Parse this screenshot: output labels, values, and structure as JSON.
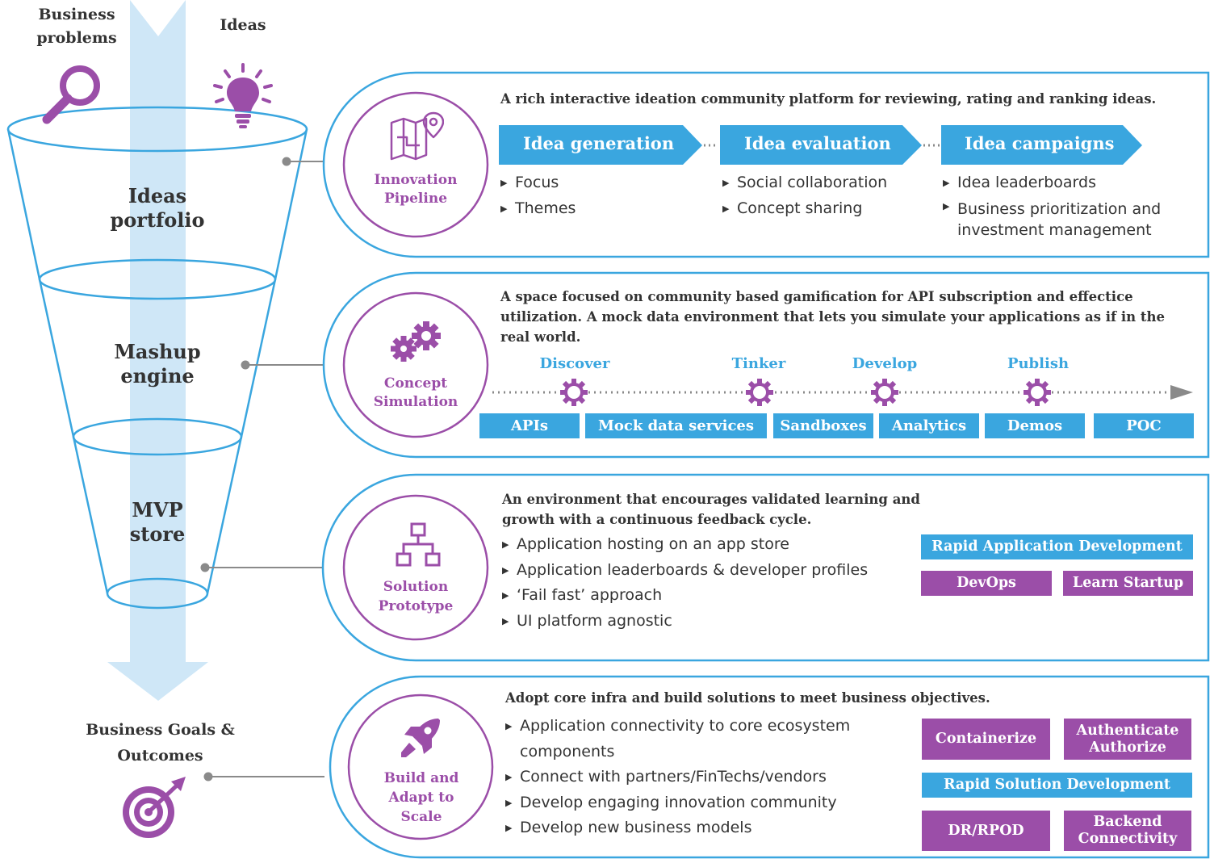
{
  "funnel": {
    "top_left_label": "Business problems",
    "top_right_label": "Ideas",
    "stages": [
      "Ideas portfolio",
      "Mashup engine",
      "MVP store"
    ],
    "bottom_label": "Business Goals & Outcomes",
    "icons": [
      "magnifier-icon",
      "lightbulb-icon",
      "target-icon"
    ]
  },
  "colors": {
    "blue": "#3aa6df",
    "light_blue": "#cfe7f7",
    "purple": "#9b4ea8",
    "gray": "#8a8a8a"
  },
  "panels": [
    {
      "title": "Innovation Pipeline",
      "icon": "map-pin-icon",
      "heading": "A rich interactive ideation community platform for reviewing, rating and ranking ideas.",
      "steps": [
        {
          "label": "Idea generation",
          "bullets": [
            "Focus",
            "Themes"
          ]
        },
        {
          "label": "Idea evaluation",
          "bullets": [
            "Social collaboration",
            "Concept sharing"
          ]
        },
        {
          "label": "Idea campaigns",
          "bullets": [
            "Idea leaderboards",
            "Business prioritization and investment management"
          ]
        }
      ]
    },
    {
      "title": "Concept Simulation",
      "icon": "gears-icon",
      "heading": "A space focused on community based gamification for API subscription and effectice utilization. A mock data environment that lets you simulate your applications as if in the real world.",
      "phases": [
        "Discover",
        "Tinker",
        "Develop",
        "Publish"
      ],
      "tiles": [
        "APIs",
        "Mock data services",
        "Sandboxes",
        "Analytics",
        "Demos",
        "POC"
      ]
    },
    {
      "title": "Solution Prototype",
      "icon": "hierarchy-icon",
      "heading": "An environment that encourages validated learning and growth with a continuous feedback cycle.",
      "bullets": [
        "Application hosting on an app store",
        "Application leaderboards & developer profiles",
        "‘Fail fast’ approach",
        "UI platform agnostic"
      ],
      "tags": {
        "wide": "Rapid Application Development",
        "left": "DevOps",
        "right": "Learn Startup"
      }
    },
    {
      "title": "Build and Adapt to Scale",
      "icon": "rocket-icon",
      "heading": "Adopt core infra and build solutions to meet business objectives.",
      "bullets": [
        "Application connectivity to core ecosystem components",
        "Connect with partners/FinTechs/vendors",
        "Develop engaging innovation community",
        "Develop new business models"
      ],
      "tags": {
        "top_left": "Containerize",
        "top_right": "Authenticate Authorize",
        "wide": "Rapid Solution Development",
        "bottom_left": "DR/RPOD",
        "bottom_right": "Backend Connectivity"
      }
    }
  ]
}
